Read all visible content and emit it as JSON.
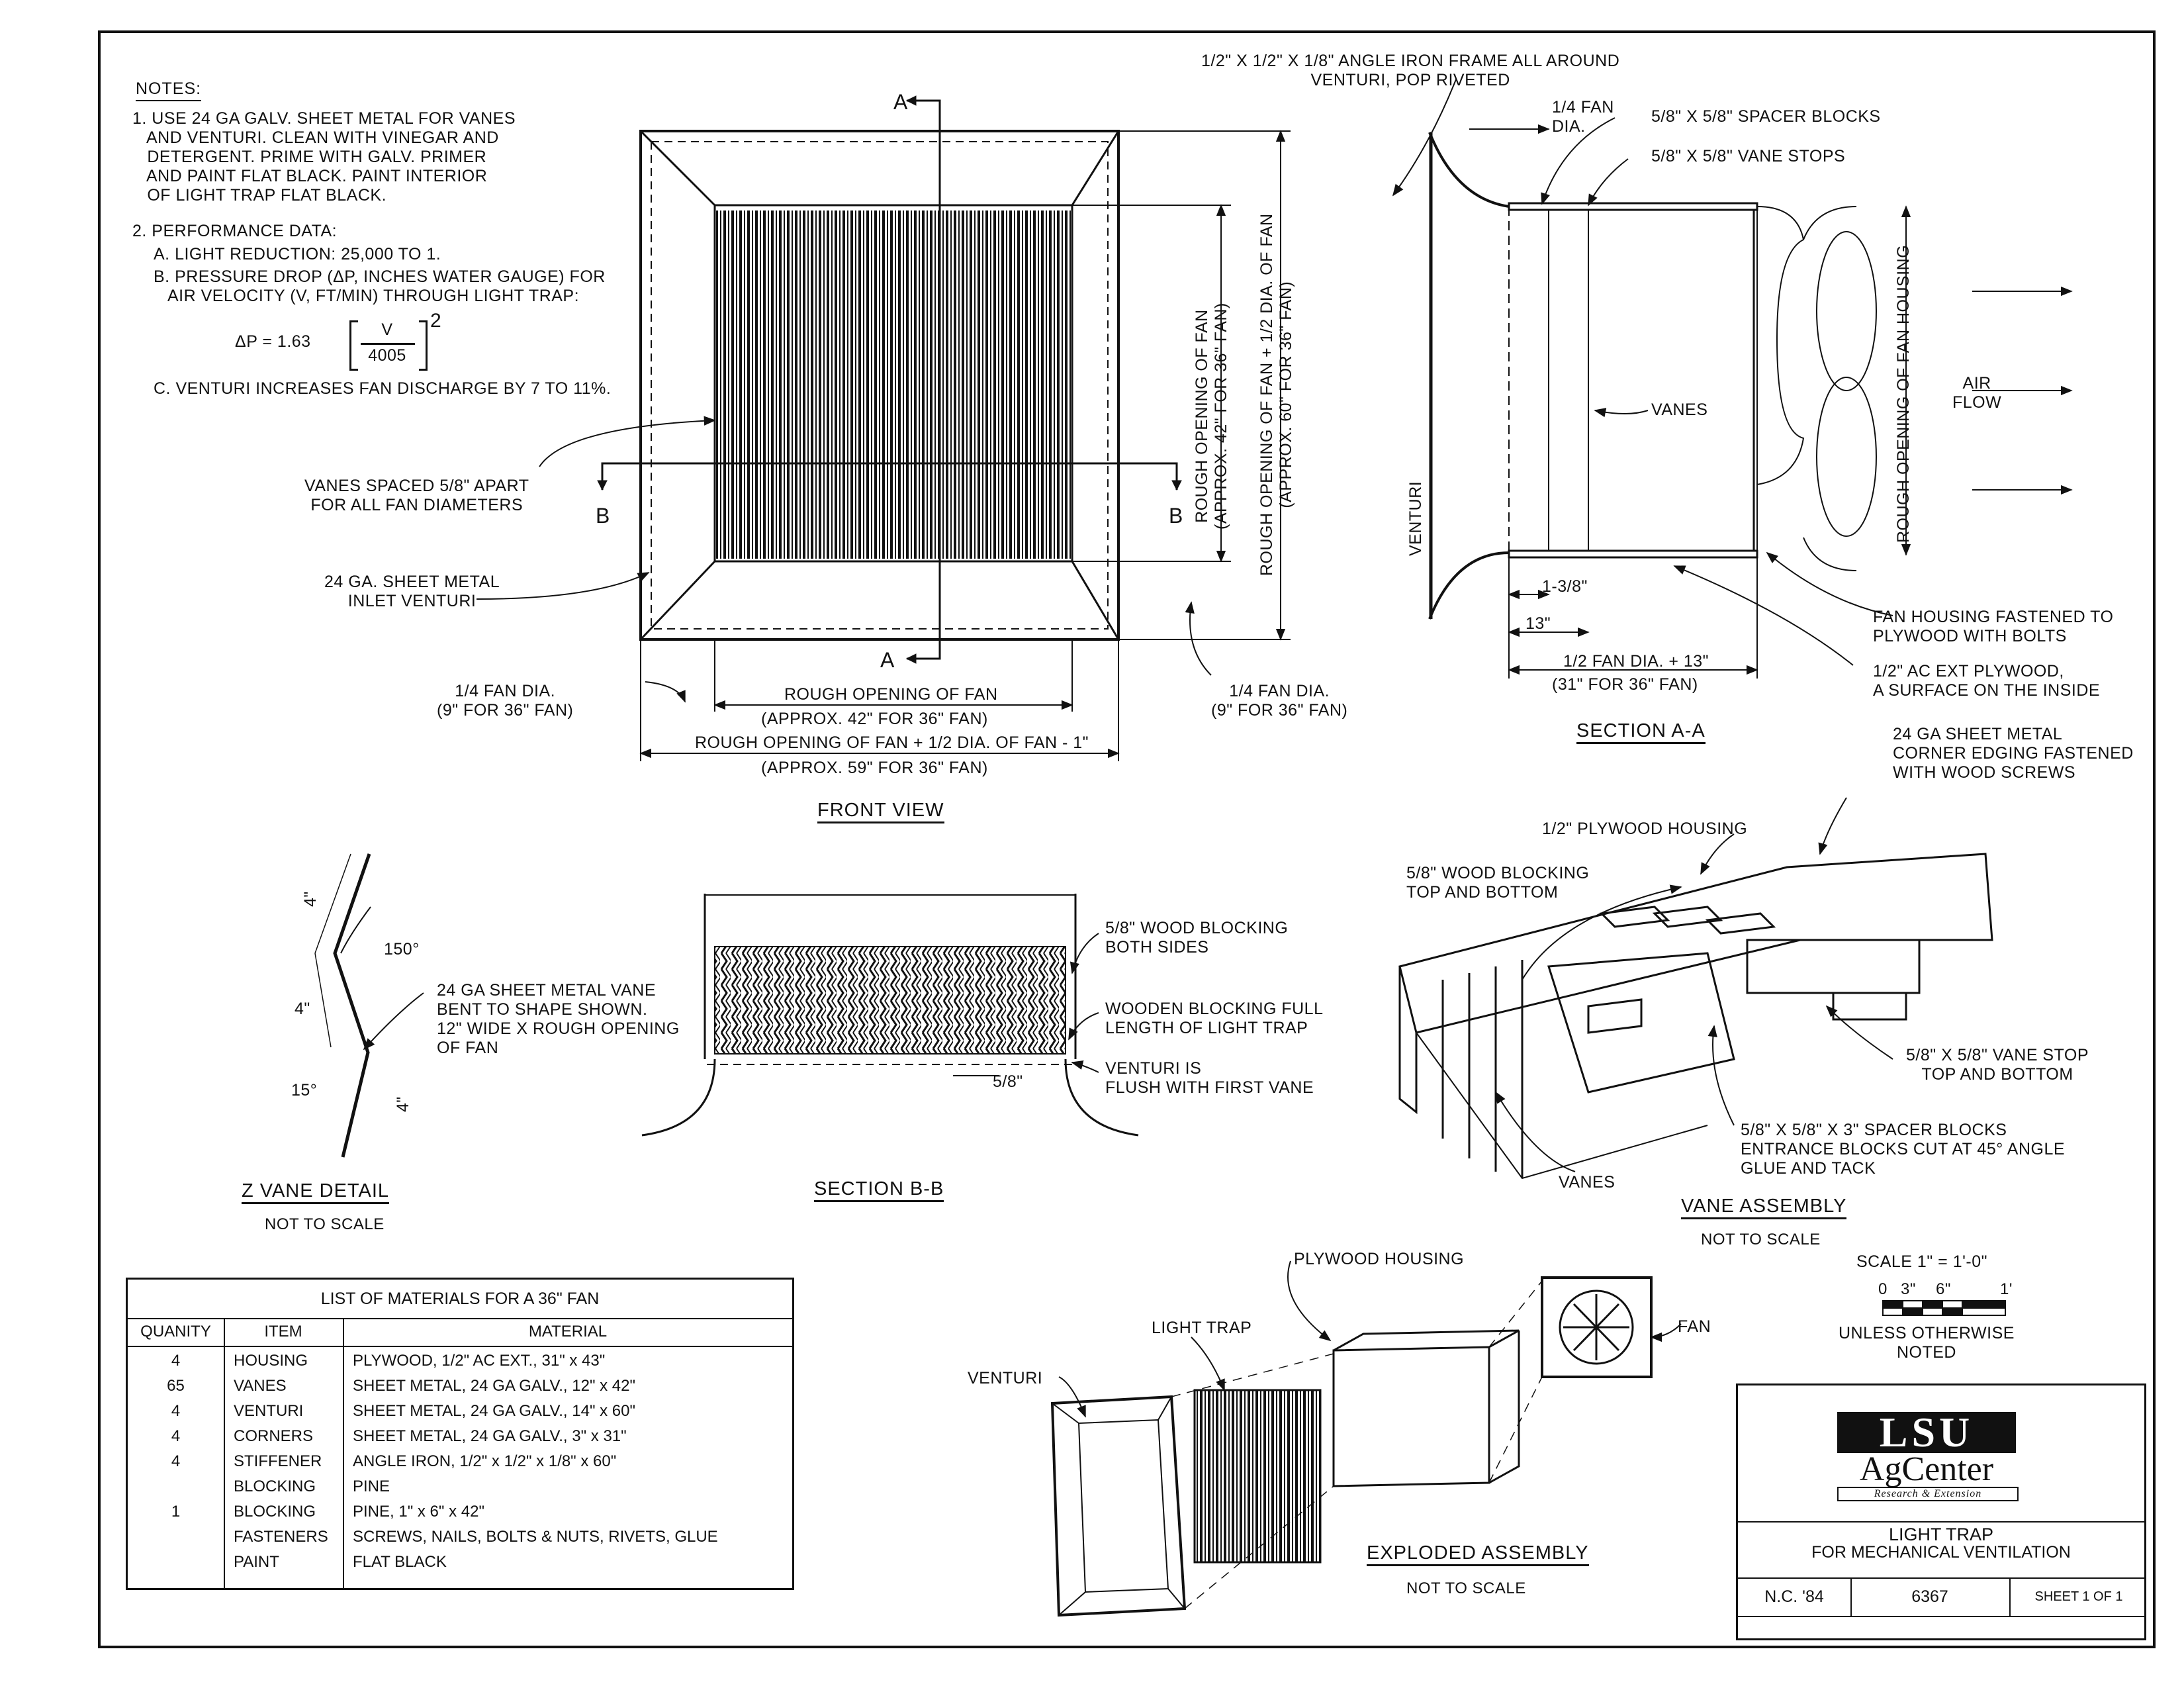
{
  "notes": {
    "heading": "NOTES:",
    "n1": "1. USE 24 GA GALV. SHEET METAL FOR VANES\n   AND VENTURI. CLEAN WITH VINEGAR AND\n   DETERGENT. PRIME WITH GALV. PRIMER\n   AND PAINT FLAT BLACK. PAINT INTERIOR\n   OF LIGHT TRAP FLAT BLACK.",
    "n2": "2. PERFORMANCE DATA:",
    "n2a": "A. LIGHT REDUCTION: 25,000 TO 1.",
    "n2b": "B. PRESSURE DROP (ΔP, INCHES WATER GAUGE) FOR\n   AIR VELOCITY (V, FT/MIN) THROUGH LIGHT TRAP:",
    "formula_lhs": "ΔP = 1.63",
    "formula_num": "V",
    "formula_den": "4005",
    "formula_exp": "2",
    "n2c": "C. VENTURI INCREASES FAN DISCHARGE BY 7 TO 11%."
  },
  "front_view": {
    "title": "FRONT VIEW",
    "cut_a": "A",
    "cut_b": "B",
    "vanes_spaced": "VANES SPACED 5/8\" APART\nFOR ALL FAN DIAMETERS",
    "inlet_venturi": "24 GA. SHEET METAL\nINLET VENTURI",
    "quarter_left": "1/4 FAN DIA.\n(9\" FOR 36\" FAN)",
    "quarter_right": "1/4 FAN DIA.\n(9\" FOR 36\" FAN)",
    "rough_opening": "ROUGH OPENING OF FAN",
    "rough_opening_approx": "(APPROX. 42\" FOR 36\" FAN)",
    "rough_plus": "ROUGH OPENING OF FAN + 1/2 DIA. OF FAN - 1\"",
    "rough_plus_approx": "(APPROX. 59\" FOR 36\" FAN)",
    "vert_1": "ROUGH OPENING OF FAN\n(APPROX. 42\" FOR 36\" FAN)",
    "vert_2": "ROUGH OPENING OF FAN + 1/2 DIA. OF FAN\n(APPROX. 60\" FOR 36\" FAN)"
  },
  "section_aa": {
    "title": "SECTION A-A",
    "angle_iron": "1/2\" x 1/2\" x 1/8\" ANGLE IRON FRAME ALL AROUND\nVENTURI, POP RIVETED",
    "quarter_fan": "1/4 FAN\nDIA.",
    "spacer_blocks": "5/8\" x 5/8\" SPACER BLOCKS",
    "vane_stops": "5/8\" x 5/8\" VANE STOPS",
    "vanes": "VANES",
    "venturi": "VENTURI",
    "rough_housing": "ROUGH OPENING OF FAN HOUSING",
    "air_flow": "AIR\nFLOW",
    "dim_138": "1-3/8\"",
    "dim_13": "13\"",
    "half_fan": "1/2 FAN DIA. + 13\"",
    "half_fan_36": "(31\" FOR 36\" FAN)",
    "housing_fastened": "FAN HOUSING FASTENED TO\nPLYWOOD WITH BOLTS",
    "ac_ext": "1/2\" AC EXT PLYWOOD,\nA SURFACE ON THE INSIDE"
  },
  "z_vane": {
    "title": "Z VANE DETAIL",
    "subtitle": "NOT TO SCALE",
    "angle_150": "150°",
    "angle_15": "15°",
    "dim_4": "4\"",
    "note": "24 GA SHEET METAL VANE\nBENT TO SHAPE SHOWN.\n12\" WIDE x ROUGH OPENING\nOF FAN"
  },
  "section_bb": {
    "title": "SECTION B-B",
    "wood_blocking": "5/8\" WOOD BLOCKING\nBOTH SIDES",
    "wooden_full": "WOODEN BLOCKING FULL\nLENGTH OF LIGHT TRAP",
    "venturi_flush": "VENTURI IS\nFLUSH WITH FIRST VANE",
    "dim_58": "5/8\""
  },
  "vane_assembly": {
    "title": "VANE ASSEMBLY",
    "subtitle": "NOT TO SCALE",
    "corner_edging": "24 GA SHEET METAL\nCORNER EDGING FASTENED\nWITH WOOD SCREWS",
    "plywood_housing": "1/2\" PLYWOOD HOUSING",
    "wood_blocking": "5/8\" WOOD BLOCKING\nTOP AND BOTTOM",
    "vane_stop": "5/8\" x 5/8\" VANE STOP\nTOP AND BOTTOM",
    "spacer_blocks": "5/8\" x 5/8\" x 3\" SPACER BLOCKS\nENTRANCE BLOCKS CUT AT 45° ANGLE\nGLUE AND TACK",
    "vanes": "VANES"
  },
  "exploded": {
    "title": "EXPLODED ASSEMBLY",
    "subtitle": "NOT TO SCALE",
    "plywood_housing": "PLYWOOD HOUSING",
    "light_trap": "LIGHT TRAP",
    "venturi": "VENTURI",
    "fan": "FAN"
  },
  "scale": {
    "label": "SCALE 1\" = 1'-0\"",
    "ticks": [
      "0",
      "3\"",
      "6\"",
      "1'"
    ],
    "unless": "UNLESS OTHERWISE\nNOTED"
  },
  "materials": {
    "caption": "LIST OF MATERIALS FOR A 36\" FAN",
    "headers": [
      "QUANITY",
      "ITEM",
      "MATERIAL"
    ],
    "rows": [
      [
        "4",
        "HOUSING",
        "PLYWOOD, 1/2\" AC EXT., 31\" x 43\""
      ],
      [
        "65",
        "VANES",
        "SHEET METAL, 24 GA GALV., 12\" x 42\""
      ],
      [
        "4",
        "VENTURI",
        "SHEET METAL, 24 GA GALV., 14\" x 60\""
      ],
      [
        "4",
        "CORNERS",
        "SHEET METAL, 24 GA GALV., 3\" x 31\""
      ],
      [
        "4",
        "STIFFENER",
        "ANGLE IRON, 1/2\" x 1/2\" x 1/8\" x 60\""
      ],
      [
        "",
        "BLOCKING",
        "PINE"
      ],
      [
        "1",
        "BLOCKING",
        "PINE, 1\" x 6\" x 42\""
      ],
      [
        "",
        "FASTENERS",
        "SCREWS, NAILS, BOLTS & NUTS, RIVETS, GLUE"
      ],
      [
        "",
        "PAINT",
        "FLAT BLACK"
      ]
    ]
  },
  "title_block": {
    "logo_lsu": "LSU",
    "logo_ag": "AgCenter",
    "logo_re": "Research & Extension",
    "title": "LIGHT TRAP",
    "subtitle": "FOR MECHANICAL VENTILATION",
    "nc": "N.C. '84",
    "number": "6367",
    "sheet": "SHEET 1 OF 1"
  }
}
